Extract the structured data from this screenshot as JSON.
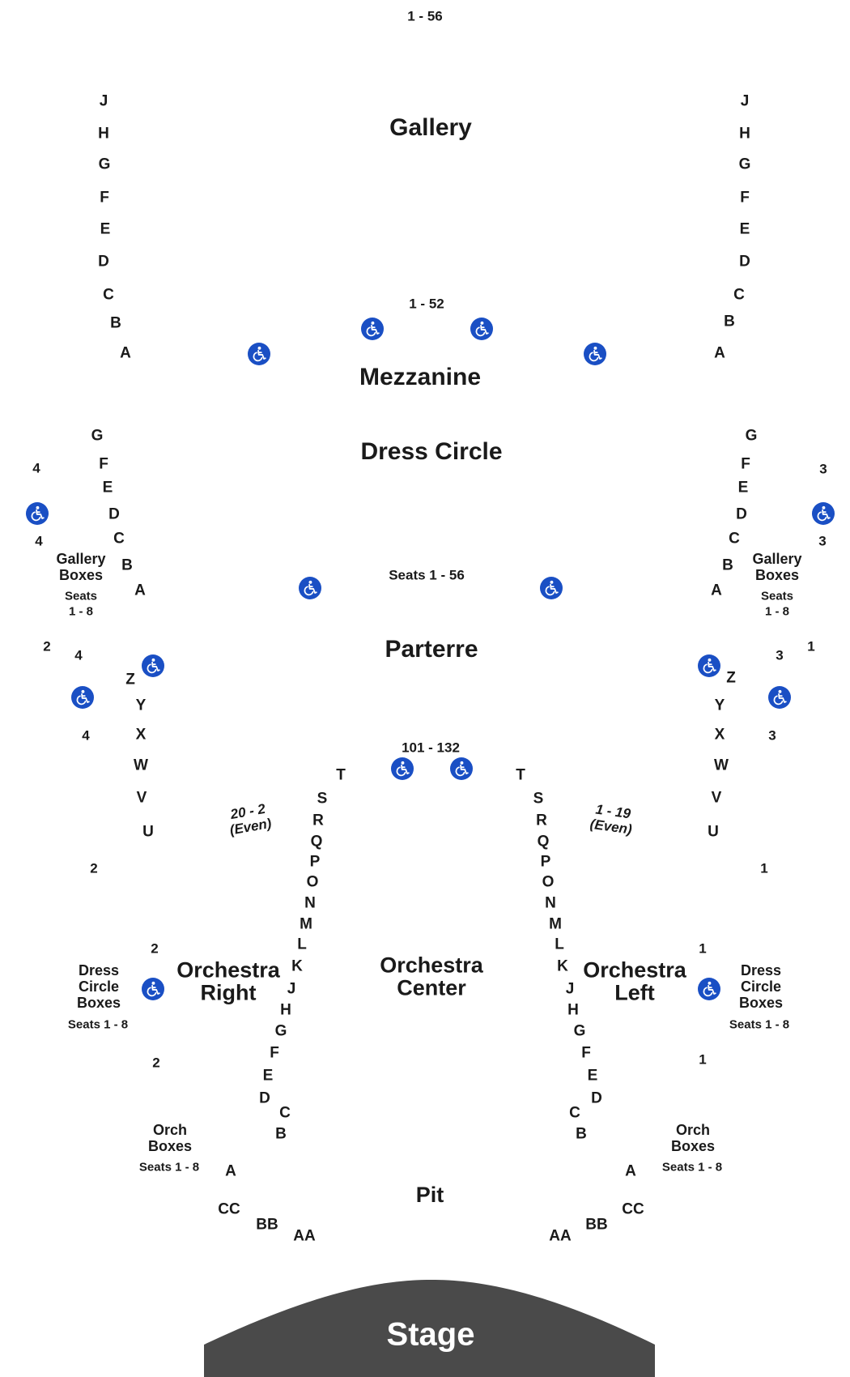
{
  "map": {
    "stage_label": "Stage",
    "accent_color": "#1a4fc4",
    "stage_color": "#4a4a4a",
    "labels": [
      {
        "id": "gallery-range",
        "kind": "range",
        "text": "1 - 56"
      },
      {
        "id": "gallery-title",
        "kind": "section",
        "text": "Gallery"
      },
      {
        "id": "gallery-left-J",
        "kind": "row",
        "text": "J"
      },
      {
        "id": "gallery-left-H",
        "kind": "row",
        "text": "H"
      },
      {
        "id": "gallery-left-G",
        "kind": "row",
        "text": "G"
      },
      {
        "id": "gallery-left-F",
        "kind": "row",
        "text": "F"
      },
      {
        "id": "gallery-left-E",
        "kind": "row",
        "text": "E"
      },
      {
        "id": "gallery-left-D",
        "kind": "row",
        "text": "D"
      },
      {
        "id": "gallery-left-C",
        "kind": "row",
        "text": "C"
      },
      {
        "id": "gallery-left-B",
        "kind": "row",
        "text": "B"
      },
      {
        "id": "gallery-left-A",
        "kind": "row",
        "text": "A"
      },
      {
        "id": "gallery-right-J",
        "kind": "row",
        "text": "J"
      },
      {
        "id": "gallery-right-H",
        "kind": "row",
        "text": "H"
      },
      {
        "id": "gallery-right-G",
        "kind": "row",
        "text": "G"
      },
      {
        "id": "gallery-right-F",
        "kind": "row",
        "text": "F"
      },
      {
        "id": "gallery-right-E",
        "kind": "row",
        "text": "E"
      },
      {
        "id": "gallery-right-D",
        "kind": "row",
        "text": "D"
      },
      {
        "id": "gallery-right-C",
        "kind": "row",
        "text": "C"
      },
      {
        "id": "gallery-right-B",
        "kind": "row",
        "text": "B"
      },
      {
        "id": "gallery-right-A",
        "kind": "row",
        "text": "A"
      },
      {
        "id": "mezzanine-range",
        "kind": "range",
        "text": "1 - 52"
      },
      {
        "id": "mezzanine-title",
        "kind": "section",
        "text": "Mezzanine"
      },
      {
        "id": "dress-circle-title",
        "kind": "section",
        "text": "Dress Circle"
      },
      {
        "id": "dress-circle-seats",
        "kind": "range",
        "text": "Seats 1 - 56"
      },
      {
        "id": "dc-left-G",
        "kind": "row",
        "text": "G"
      },
      {
        "id": "dc-left-F",
        "kind": "row",
        "text": "F"
      },
      {
        "id": "dc-left-E",
        "kind": "row",
        "text": "E"
      },
      {
        "id": "dc-left-D",
        "kind": "row",
        "text": "D"
      },
      {
        "id": "dc-left-C",
        "kind": "row",
        "text": "C"
      },
      {
        "id": "dc-left-B",
        "kind": "row",
        "text": "B"
      },
      {
        "id": "dc-left-A",
        "kind": "row",
        "text": "A"
      },
      {
        "id": "dc-right-G",
        "kind": "row",
        "text": "G"
      },
      {
        "id": "dc-right-F",
        "kind": "row",
        "text": "F"
      },
      {
        "id": "dc-right-E",
        "kind": "row",
        "text": "E"
      },
      {
        "id": "dc-right-D",
        "kind": "row",
        "text": "D"
      },
      {
        "id": "dc-right-C",
        "kind": "row",
        "text": "C"
      },
      {
        "id": "dc-right-B",
        "kind": "row",
        "text": "B"
      },
      {
        "id": "dc-right-A",
        "kind": "row",
        "text": "A"
      },
      {
        "id": "gallery-boxes-left-4a",
        "kind": "range",
        "text": "4"
      },
      {
        "id": "gallery-boxes-left-4b",
        "kind": "range",
        "text": "4"
      },
      {
        "id": "gallery-boxes-left-title",
        "kind": "box",
        "text": "Gallery\nBoxes"
      },
      {
        "id": "gallery-boxes-left-seats",
        "kind": "seats",
        "text": "Seats\n1 - 8"
      },
      {
        "id": "gallery-boxes-right-3a",
        "kind": "range",
        "text": "3"
      },
      {
        "id": "gallery-boxes-right-3b",
        "kind": "range",
        "text": "3"
      },
      {
        "id": "gallery-boxes-right-title",
        "kind": "box",
        "text": "Gallery\nBoxes"
      },
      {
        "id": "gallery-boxes-right-seats",
        "kind": "seats",
        "text": "Seats\n1 - 8"
      },
      {
        "id": "parterre-title",
        "kind": "section",
        "text": "Parterre"
      },
      {
        "id": "parterre-left-2",
        "kind": "range",
        "text": "2"
      },
      {
        "id": "parterre-left-4a",
        "kind": "range",
        "text": "4"
      },
      {
        "id": "parterre-left-4b",
        "kind": "range",
        "text": "4"
      },
      {
        "id": "parterre-right-1",
        "kind": "range",
        "text": "1"
      },
      {
        "id": "parterre-right-3a",
        "kind": "range",
        "text": "3"
      },
      {
        "id": "parterre-right-3b",
        "kind": "range",
        "text": "3"
      },
      {
        "id": "parterre-left-Z",
        "kind": "row",
        "text": "Z"
      },
      {
        "id": "parterre-left-Y",
        "kind": "row",
        "text": "Y"
      },
      {
        "id": "parterre-left-X",
        "kind": "row",
        "text": "X"
      },
      {
        "id": "parterre-left-W",
        "kind": "row",
        "text": "W"
      },
      {
        "id": "parterre-left-V",
        "kind": "row",
        "text": "V"
      },
      {
        "id": "parterre-left-U",
        "kind": "row",
        "text": "U"
      },
      {
        "id": "parterre-right-Z",
        "kind": "row",
        "text": "Z"
      },
      {
        "id": "parterre-right-Y",
        "kind": "row",
        "text": "Y"
      },
      {
        "id": "parterre-right-X",
        "kind": "row",
        "text": "X"
      },
      {
        "id": "parterre-right-W",
        "kind": "row",
        "text": "W"
      },
      {
        "id": "parterre-right-V",
        "kind": "row",
        "text": "V"
      },
      {
        "id": "parterre-right-U",
        "kind": "row",
        "text": "U"
      },
      {
        "id": "orch-center-range",
        "kind": "range",
        "text": "101 - 132"
      },
      {
        "id": "orch-center-title",
        "kind": "section2",
        "text": "Orchestra\nCenter"
      },
      {
        "id": "orch-right-title",
        "kind": "section2",
        "text": "Orchestra\nRight"
      },
      {
        "id": "orch-left-title",
        "kind": "section2",
        "text": "Orchestra\nLeft"
      },
      {
        "id": "orch-right-even",
        "kind": "even",
        "text": "20 - 2\n(Even)"
      },
      {
        "id": "orch-left-even",
        "kind": "even",
        "text": "1 - 19\n(Even)"
      },
      {
        "id": "orch-right-T",
        "kind": "row",
        "text": "T"
      },
      {
        "id": "orch-right-S",
        "kind": "row",
        "text": "S"
      },
      {
        "id": "orch-right-R",
        "kind": "row",
        "text": "R"
      },
      {
        "id": "orch-right-Q",
        "kind": "row",
        "text": "Q"
      },
      {
        "id": "orch-right-P",
        "kind": "row",
        "text": "P"
      },
      {
        "id": "orch-right-O",
        "kind": "row",
        "text": "O"
      },
      {
        "id": "orch-right-N",
        "kind": "row",
        "text": "N"
      },
      {
        "id": "orch-right-M",
        "kind": "row",
        "text": "M"
      },
      {
        "id": "orch-right-L",
        "kind": "row",
        "text": "L"
      },
      {
        "id": "orch-right-K",
        "kind": "row",
        "text": "K"
      },
      {
        "id": "orch-right-J",
        "kind": "row",
        "text": "J"
      },
      {
        "id": "orch-right-H",
        "kind": "row",
        "text": "H"
      },
      {
        "id": "orch-right-G",
        "kind": "row",
        "text": "G"
      },
      {
        "id": "orch-right-F",
        "kind": "row",
        "text": "F"
      },
      {
        "id": "orch-right-E",
        "kind": "row",
        "text": "E"
      },
      {
        "id": "orch-right-D",
        "kind": "row",
        "text": "D"
      },
      {
        "id": "orch-right-C",
        "kind": "row",
        "text": "C"
      },
      {
        "id": "orch-right-B",
        "kind": "row",
        "text": "B"
      },
      {
        "id": "orch-right-A",
        "kind": "row",
        "text": "A"
      },
      {
        "id": "orch-left-T",
        "kind": "row",
        "text": "T"
      },
      {
        "id": "orch-left-S",
        "kind": "row",
        "text": "S"
      },
      {
        "id": "orch-left-R",
        "kind": "row",
        "text": "R"
      },
      {
        "id": "orch-left-Q",
        "kind": "row",
        "text": "Q"
      },
      {
        "id": "orch-left-P",
        "kind": "row",
        "text": "P"
      },
      {
        "id": "orch-left-O",
        "kind": "row",
        "text": "O"
      },
      {
        "id": "orch-left-N",
        "kind": "row",
        "text": "N"
      },
      {
        "id": "orch-left-M",
        "kind": "row",
        "text": "M"
      },
      {
        "id": "orch-left-L",
        "kind": "row",
        "text": "L"
      },
      {
        "id": "orch-left-K",
        "kind": "row",
        "text": "K"
      },
      {
        "id": "orch-left-J",
        "kind": "row",
        "text": "J"
      },
      {
        "id": "orch-left-H",
        "kind": "row",
        "text": "H"
      },
      {
        "id": "orch-left-G",
        "kind": "row",
        "text": "G"
      },
      {
        "id": "orch-left-F",
        "kind": "row",
        "text": "F"
      },
      {
        "id": "orch-left-E",
        "kind": "row",
        "text": "E"
      },
      {
        "id": "orch-left-D",
        "kind": "row",
        "text": "D"
      },
      {
        "id": "orch-left-C",
        "kind": "row",
        "text": "C"
      },
      {
        "id": "orch-left-B",
        "kind": "row",
        "text": "B"
      },
      {
        "id": "orch-left-A",
        "kind": "row",
        "text": "A"
      },
      {
        "id": "dc-boxes-left-2a",
        "kind": "range",
        "text": "2"
      },
      {
        "id": "dc-boxes-left-2b",
        "kind": "range",
        "text": "2"
      },
      {
        "id": "dc-boxes-left-2c",
        "kind": "range",
        "text": "2"
      },
      {
        "id": "dc-boxes-left-title",
        "kind": "box",
        "text": "Dress\nCircle\nBoxes"
      },
      {
        "id": "dc-boxes-left-seats",
        "kind": "seats",
        "text": "Seats 1 - 8"
      },
      {
        "id": "dc-boxes-right-1a",
        "kind": "range",
        "text": "1"
      },
      {
        "id": "dc-boxes-right-1b",
        "kind": "range",
        "text": "1"
      },
      {
        "id": "dc-boxes-right-1c",
        "kind": "range",
        "text": "1"
      },
      {
        "id": "dc-boxes-right-title",
        "kind": "box",
        "text": "Dress\nCircle\nBoxes"
      },
      {
        "id": "dc-boxes-right-seats",
        "kind": "seats",
        "text": "Seats 1 - 8"
      },
      {
        "id": "orch-boxes-left-title",
        "kind": "box",
        "text": "Orch\nBoxes"
      },
      {
        "id": "orch-boxes-left-seats",
        "kind": "seats",
        "text": "Seats 1 - 8"
      },
      {
        "id": "orch-boxes-right-title",
        "kind": "box",
        "text": "Orch\nBoxes"
      },
      {
        "id": "orch-boxes-right-seats",
        "kind": "seats",
        "text": "Seats 1 - 8"
      },
      {
        "id": "pit-title",
        "kind": "section2",
        "text": "Pit"
      },
      {
        "id": "pit-left-CC",
        "kind": "row",
        "text": "CC"
      },
      {
        "id": "pit-left-BB",
        "kind": "row",
        "text": "BB"
      },
      {
        "id": "pit-left-AA",
        "kind": "row",
        "text": "AA"
      },
      {
        "id": "pit-right-CC",
        "kind": "row",
        "text": "CC"
      },
      {
        "id": "pit-right-BB",
        "kind": "row",
        "text": "BB"
      },
      {
        "id": "pit-right-AA",
        "kind": "row",
        "text": "AA"
      }
    ],
    "wheelchair_icons": [
      "gallery-wc-1",
      "gallery-wc-2",
      "gallery-wc-3",
      "gallery-wc-4",
      "gallery-boxes-left-wc",
      "gallery-boxes-right-wc",
      "dress-circle-wc-left",
      "dress-circle-wc-right",
      "parterre-left-wc-1",
      "parterre-left-wc-2",
      "parterre-right-wc-1",
      "parterre-right-wc-2",
      "orch-center-wc-1",
      "orch-center-wc-2",
      "dc-boxes-left-wc",
      "dc-boxes-right-wc"
    ]
  }
}
